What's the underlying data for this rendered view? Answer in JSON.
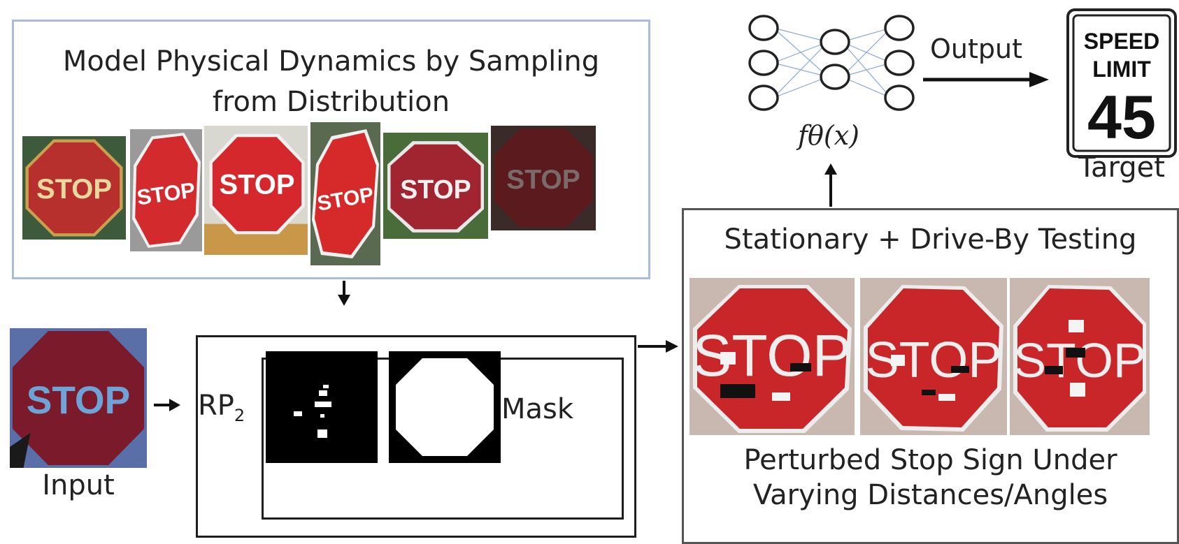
{
  "sampling": {
    "title_line1": "Model Physical Dynamics by Sampling",
    "title_line2": "from Distribution",
    "sign_text": "STOP"
  },
  "input": {
    "label": "Input",
    "sign_text": "STOP"
  },
  "rp2": {
    "label_main": "RP",
    "label_sub": "2",
    "mask_label": "Mask"
  },
  "network": {
    "function_label": "fθ(x)",
    "output_label": "Output"
  },
  "target": {
    "label": "Target",
    "sign_line1": "SPEED",
    "sign_line2": "LIMIT",
    "sign_number": "45"
  },
  "testing": {
    "title": "Stationary + Drive-By Testing",
    "caption_line1": "Perturbed Stop Sign Under",
    "caption_line2": "Varying Distances/Angles",
    "sign_text": "STOP"
  },
  "colors": {
    "stop_red": "#c0272d",
    "stop_dark": "#7a1a1e",
    "sampling_border": "#a8bddb",
    "input_letters": "#6ea3d8",
    "network_edges": "#8aa8e0"
  }
}
